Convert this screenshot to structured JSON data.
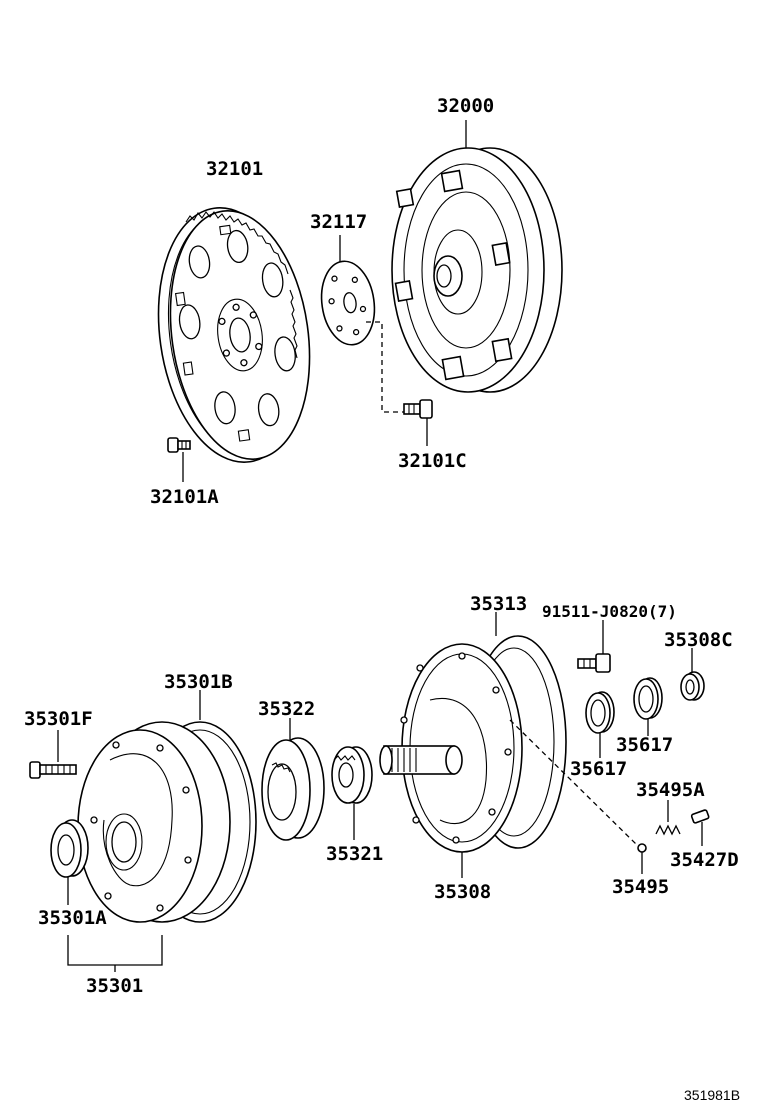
{
  "labels": {
    "p32000": "32000",
    "p32101": "32101",
    "p32117": "32117",
    "p32101C": "32101C",
    "p32101A": "32101A",
    "p35313": "35313",
    "p91511": "91511-J0820(7)",
    "p35308C": "35308C",
    "p35301B": "35301B",
    "p35322": "35322",
    "p35301F": "35301F",
    "p35617a": "35617",
    "p35617b": "35617",
    "p35495A": "35495A",
    "p35321": "35321",
    "p35308": "35308",
    "p35427D": "35427D",
    "p35495": "35495",
    "p35301A": "35301A",
    "p35301": "35301",
    "figure_id": "351981B"
  }
}
